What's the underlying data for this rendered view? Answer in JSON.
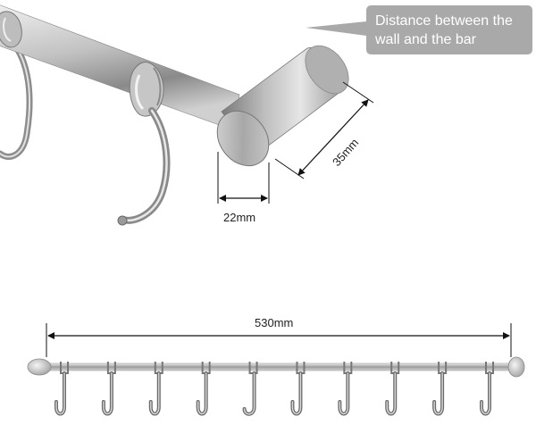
{
  "callout": {
    "line1": "Distance between the",
    "line2": "wall and the bar"
  },
  "dimensions": {
    "diameter": "22mm",
    "wall_distance": "35mm",
    "bar_length": "530mm"
  },
  "rack": {
    "hook_count": 10
  },
  "colors": {
    "callout_bg": "#a9a9a9",
    "steel_light": "#eeeeee",
    "steel_mid": "#b5b5b5",
    "steel_dark": "#6e6e6e",
    "dimension_line": "#111111"
  }
}
